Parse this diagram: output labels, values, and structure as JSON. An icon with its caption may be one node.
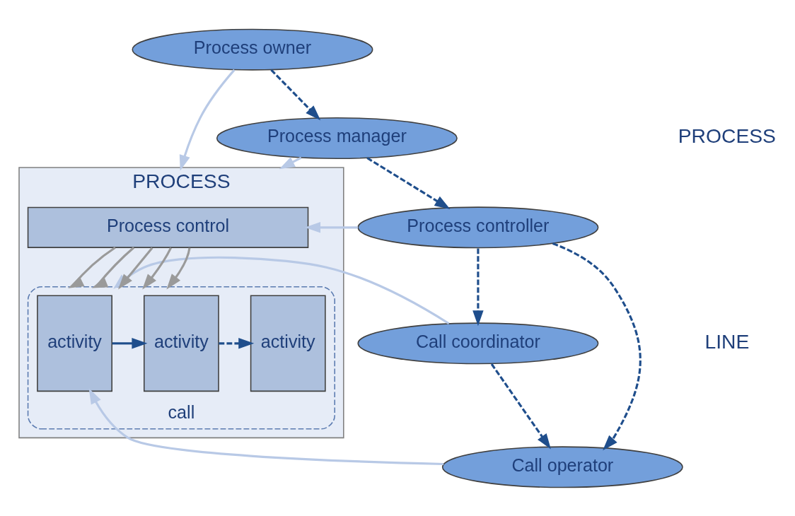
{
  "diagram": {
    "nodes": [
      {
        "text": [
          "Process owner"
        ]
      },
      {
        "text": [
          "Process manager"
        ]
      },
      {
        "text": [
          "Process controller"
        ]
      },
      {
        "text": [
          "Call coordinator"
        ]
      },
      {
        "text": [
          "Call operator"
        ]
      },
      {
        "text": [
          "PROCESS"
        ]
      },
      {
        "text": [
          "Process control"
        ],
        "in": 5
      },
      {
        "text": [
          "call"
        ],
        "in": 5
      },
      {
        "text": [
          "activity"
        ],
        "in": 7
      },
      {
        "text": [
          "activity"
        ],
        "in": 7
      },
      {
        "text": [
          "activity"
        ],
        "in": 7
      }
    ],
    "edges": [
      {
        "from": 0,
        "to": 1,
        "arrow": "to",
        "style": "dashed",
        "color": "#1f4e8c"
      },
      {
        "from": 1,
        "to": 2,
        "arrow": "to",
        "style": "dashed",
        "color": "#1f4e8c"
      },
      {
        "from": 2,
        "to": 3,
        "arrow": "to",
        "style": "dashed",
        "color": "#1f4e8c"
      },
      {
        "from": 2,
        "to": 4,
        "arrow": "to",
        "style": "dashed",
        "color": "#1f4e8c"
      },
      {
        "from": 3,
        "to": 4,
        "arrow": "to",
        "style": "dashed",
        "color": "#1f4e8c"
      },
      {
        "from": 0,
        "to": 5,
        "arrow": "to",
        "color": "#b8c9e6"
      },
      {
        "from": 1,
        "to": 5,
        "arrow": "to",
        "color": "#b8c9e6"
      },
      {
        "from": 2,
        "to": 6,
        "arrow": "to",
        "color": "#b8c9e6"
      },
      {
        "from": 3,
        "to": 7,
        "arrow": "to",
        "color": "#b8c9e6"
      },
      {
        "from": 4,
        "to": 8,
        "arrow": "to",
        "color": "#b8c9e6"
      },
      {
        "from": 6,
        "to": 7,
        "arrow": "to",
        "color": "#9a9a9a"
      },
      {
        "from": 6,
        "to": 7,
        "arrow": "to",
        "color": "#9a9a9a"
      },
      {
        "from": 6,
        "to": 7,
        "arrow": "to",
        "color": "#9a9a9a"
      },
      {
        "from": 6,
        "to": 7,
        "arrow": "to",
        "color": "#9a9a9a"
      },
      {
        "from": 6,
        "to": 7,
        "arrow": "to",
        "color": "#9a9a9a"
      },
      {
        "from": 8,
        "to": 9,
        "arrow": "to",
        "color": "#1f4e8c"
      },
      {
        "from": 9,
        "to": 10,
        "arrow": "to",
        "style": "dashed",
        "color": "#1f4e8c"
      }
    ],
    "labels": [
      "PROCESS",
      "LINE"
    ]
  }
}
